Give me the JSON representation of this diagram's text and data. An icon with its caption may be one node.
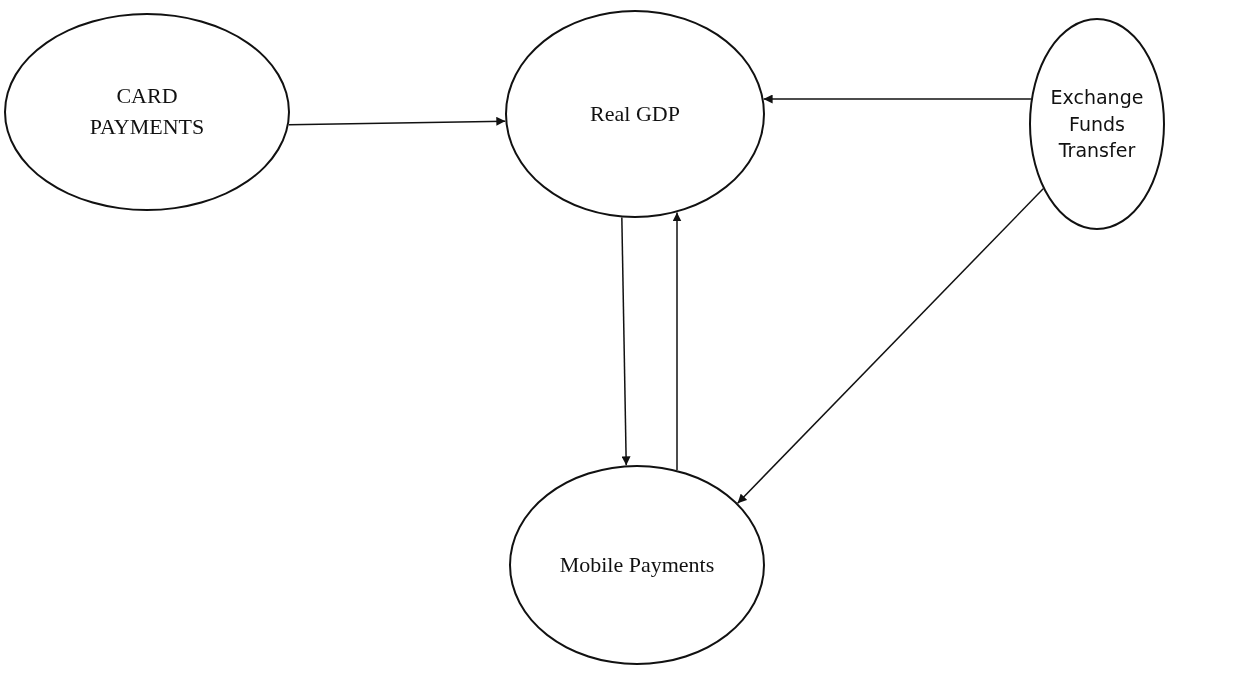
{
  "diagram": {
    "nodes": [
      {
        "text": [
          "CARD PAYMENTS"
        ]
      },
      {
        "text": [
          "Real GDP"
        ]
      },
      {
        "text": [
          "Exchange Funds Transfer"
        ]
      },
      {
        "text": [
          "Mobile Payments"
        ]
      }
    ],
    "edges": [
      {
        "from": 0,
        "to": 1,
        "arrow": "to"
      },
      {
        "from": 2,
        "to": 1,
        "arrow": "to"
      },
      {
        "from": 1,
        "to": 3,
        "arrow": "to"
      },
      {
        "from": 3,
        "to": 1,
        "arrow": "to"
      },
      {
        "from": 2,
        "to": 3,
        "arrow": "to"
      }
    ]
  }
}
